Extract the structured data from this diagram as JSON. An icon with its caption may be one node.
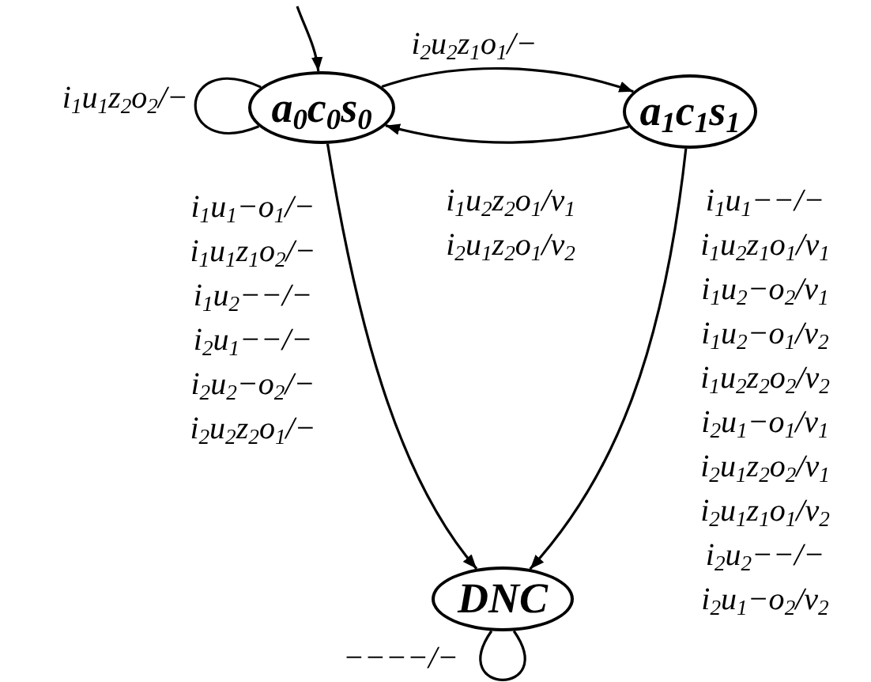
{
  "diagram": {
    "nodes": [
      {
        "text": [
          "a$_{0}$c$_{0}$s$_{0}$"
        ]
      },
      {
        "text": [
          "a$_{1}$c$_{1}$s$_{1}$"
        ]
      },
      {
        "text": [
          "DNC"
        ]
      }
    ],
    "edges": [
      {
        "from": null,
        "to": 0,
        "arrow": "to"
      },
      {
        "from": 0,
        "to": 0,
        "arrow": "none",
        "label": "i$_{1}$u$_{1}$z$_{2}$o$_{2}$/−"
      },
      {
        "from": 0,
        "to": 1,
        "arrow": "to",
        "label": "i$_{2}$u$_{2}$z$_{1}$o$_{1}$/−"
      },
      {
        "from": 1,
        "to": 0,
        "arrow": "to",
        "label": "i$_{1}$u$_{2}$z$_{2}$o$_{1}$/v$_{1}$ i$_{2}$u$_{1}$z$_{2}$o$_{1}$/v$_{2}$"
      },
      {
        "from": 0,
        "to": 2,
        "arrow": "to",
        "label": "i$_{1}$u$_{1}$−o$_{1}$/− i$_{1}$u$_{1}$z$_{1}$o$_{2}$/− i$_{1}$u$_{2}$−−/− i$_{2}$u$_{1}$−−/− i$_{2}$u$_{2}$−o$_{2}$/− i$_{2}$u$_{2}$z$_{2}$o$_{1}$/−"
      },
      {
        "from": 1,
        "to": 2,
        "arrow": "to",
        "label": "i$_{1}$u$_{1}$−−/− i$_{1}$u$_{2}$z$_{1}$o$_{1}$/v$_{1}$ i$_{1}$u$_{2}$−o$_{2}$/v$_{1}$ i$_{1}$u$_{2}$−o$_{1}$/v$_{2}$ i$_{1}$u$_{2}$z$_{2}$o$_{2}$/v$_{2}$ i$_{2}$u$_{1}$−o$_{1}$/v$_{1}$ i$_{2}$u$_{1}$z$_{2}$o$_{2}$/v$_{1}$ i$_{2}$u$_{1}$z$_{1}$o$_{1}$/v$_{2}$ i$_{2}$u$_{2}$−−/− i$_{2}$u$_{1}$−o$_{2}$/v$_{2}$"
      },
      {
        "from": 2,
        "to": 2,
        "arrow": "none",
        "label": "−−−−/−"
      }
    ]
  }
}
